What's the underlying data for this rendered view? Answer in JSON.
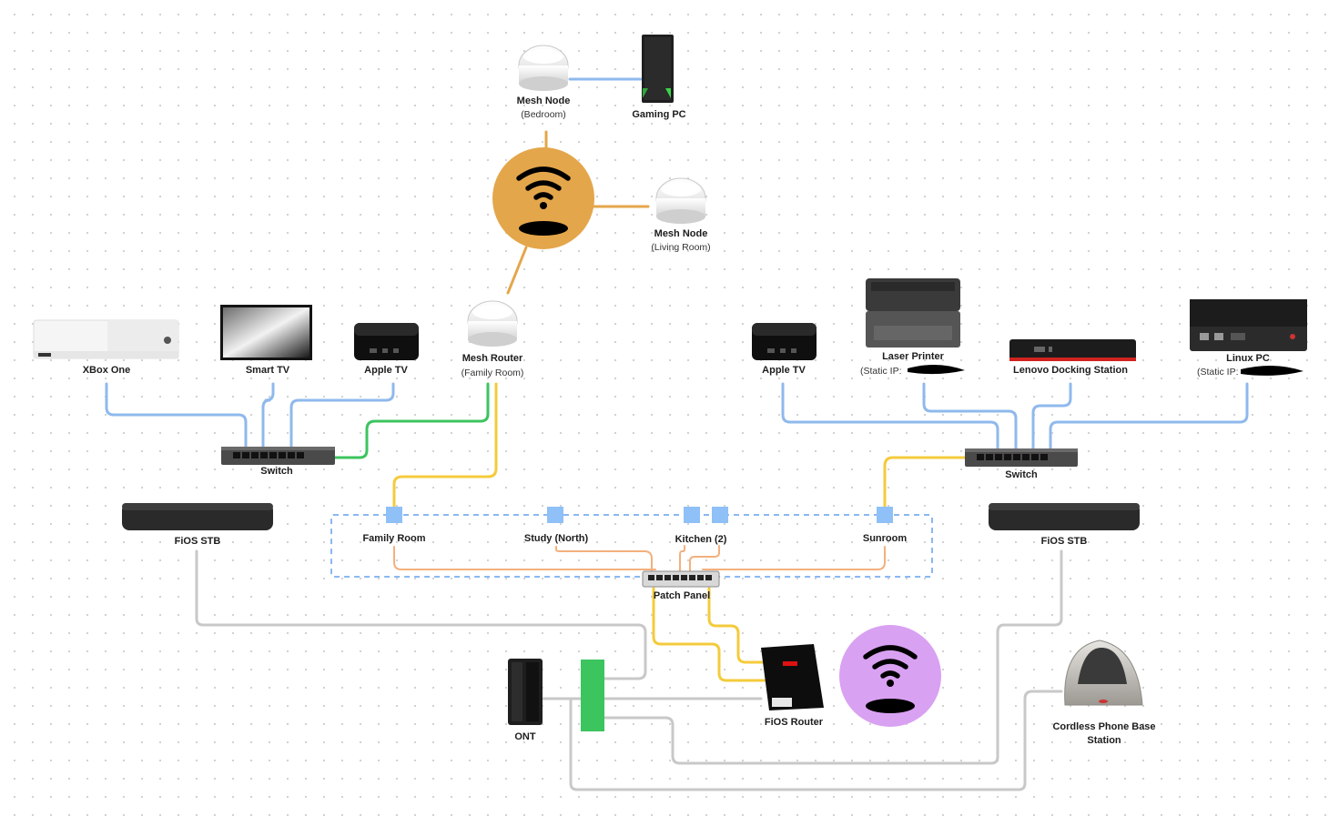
{
  "colors": {
    "ethernet_blue": "#8fb9ec",
    "uplink_green": "#3cc45f",
    "trunk_yellow": "#f4cb3c",
    "patch_orange": "#f3b07d",
    "coax_gray": "#c8c8c8",
    "mesh_orange": "#e4a64a",
    "fios_purple": "#d9a1f2",
    "zone_blue": "#8ab8ef",
    "jack_blue": "#8fc0f7",
    "splitter_green": "#3cc45f"
  },
  "mesh": {
    "bedroom": {
      "name": "Mesh Node",
      "sub": "(Bedroom)"
    },
    "gaming_pc": {
      "name": "Gaming PC"
    },
    "living_room": {
      "name": "Mesh Node",
      "sub": "(Living Room)"
    },
    "router": {
      "name": "Mesh Router",
      "sub": "(Family Room)"
    },
    "wifi_icon": "wifi-icon"
  },
  "left": {
    "xbox": {
      "name": "XBox One"
    },
    "smart_tv": {
      "name": "Smart TV"
    },
    "apple_tv": {
      "name": "Apple TV"
    },
    "switch": {
      "name": "Switch"
    },
    "fios_stb": {
      "name": "FiOS STB"
    }
  },
  "right": {
    "apple_tv": {
      "name": "Apple TV"
    },
    "printer": {
      "name": "Laser Printer",
      "sub": "(Static IP:"
    },
    "dock": {
      "name": "Lenovo Docking Station"
    },
    "linux_pc": {
      "name": "Linux PC",
      "sub": "(Static IP:"
    },
    "switch": {
      "name": "Switch"
    },
    "fios_stb": {
      "name": "FiOS STB"
    }
  },
  "wall_jacks": {
    "family_room": "Family Room",
    "study": "Study (North)",
    "kitchen": "Kitchen (2)",
    "sunroom": "Sunroom"
  },
  "patch_panel": {
    "name": "Patch Panel"
  },
  "ont": {
    "name": "ONT"
  },
  "fios_router": {
    "name": "FiOS Router",
    "wifi_icon": "wifi-icon"
  },
  "phone_base": {
    "name_line1": "Cordless Phone Base",
    "name_line2": "Station"
  }
}
